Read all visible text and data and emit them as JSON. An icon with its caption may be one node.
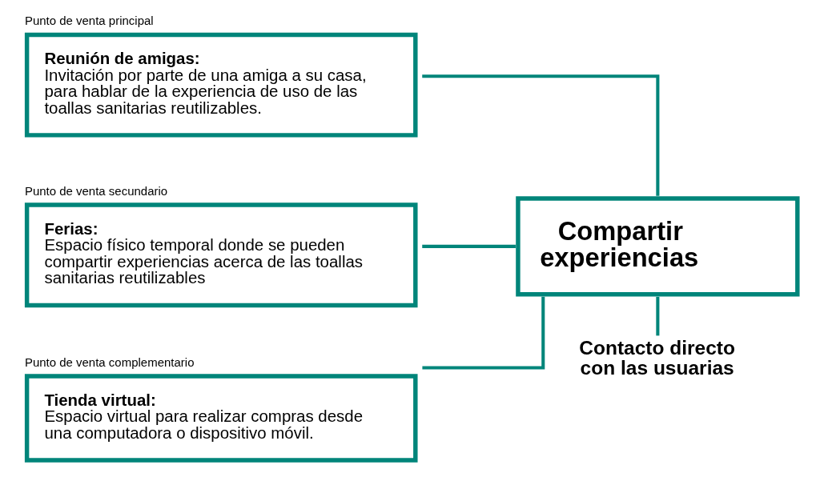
{
  "diagram": {
    "nodes": [
      {
        "text": [
          "Reunión de amigas:",
          "Invitación por parte de una amiga a su casa, para hablar de la experiencia de uso de las toallas sanitarias reutilizables."
        ],
        "beside": [
          "Punto de venta principal"
        ]
      },
      {
        "text": [
          "Ferias:",
          "Espacio físico temporal donde se pueden compartir experiencias acerca de las toallas sanitarias reutilizables"
        ],
        "beside": [
          "Punto de venta secundario"
        ]
      },
      {
        "text": [
          "Tienda virtual:",
          "Espacio virtual para realizar compras desde una computadora o dispositivo móvil."
        ],
        "beside": [
          "Punto de venta complementario"
        ]
      },
      {
        "text": [
          "Compartir experiencias"
        ]
      },
      {
        "text": [
          "Contacto directo con las usuarias"
        ]
      }
    ],
    "edges": [
      {
        "from": 0,
        "to": 3,
        "arrow": "none"
      },
      {
        "from": 1,
        "to": 3,
        "arrow": "none"
      },
      {
        "from": 2,
        "to": 3,
        "arrow": "none"
      },
      {
        "from": 3,
        "to": 4,
        "arrow": "none"
      }
    ]
  }
}
